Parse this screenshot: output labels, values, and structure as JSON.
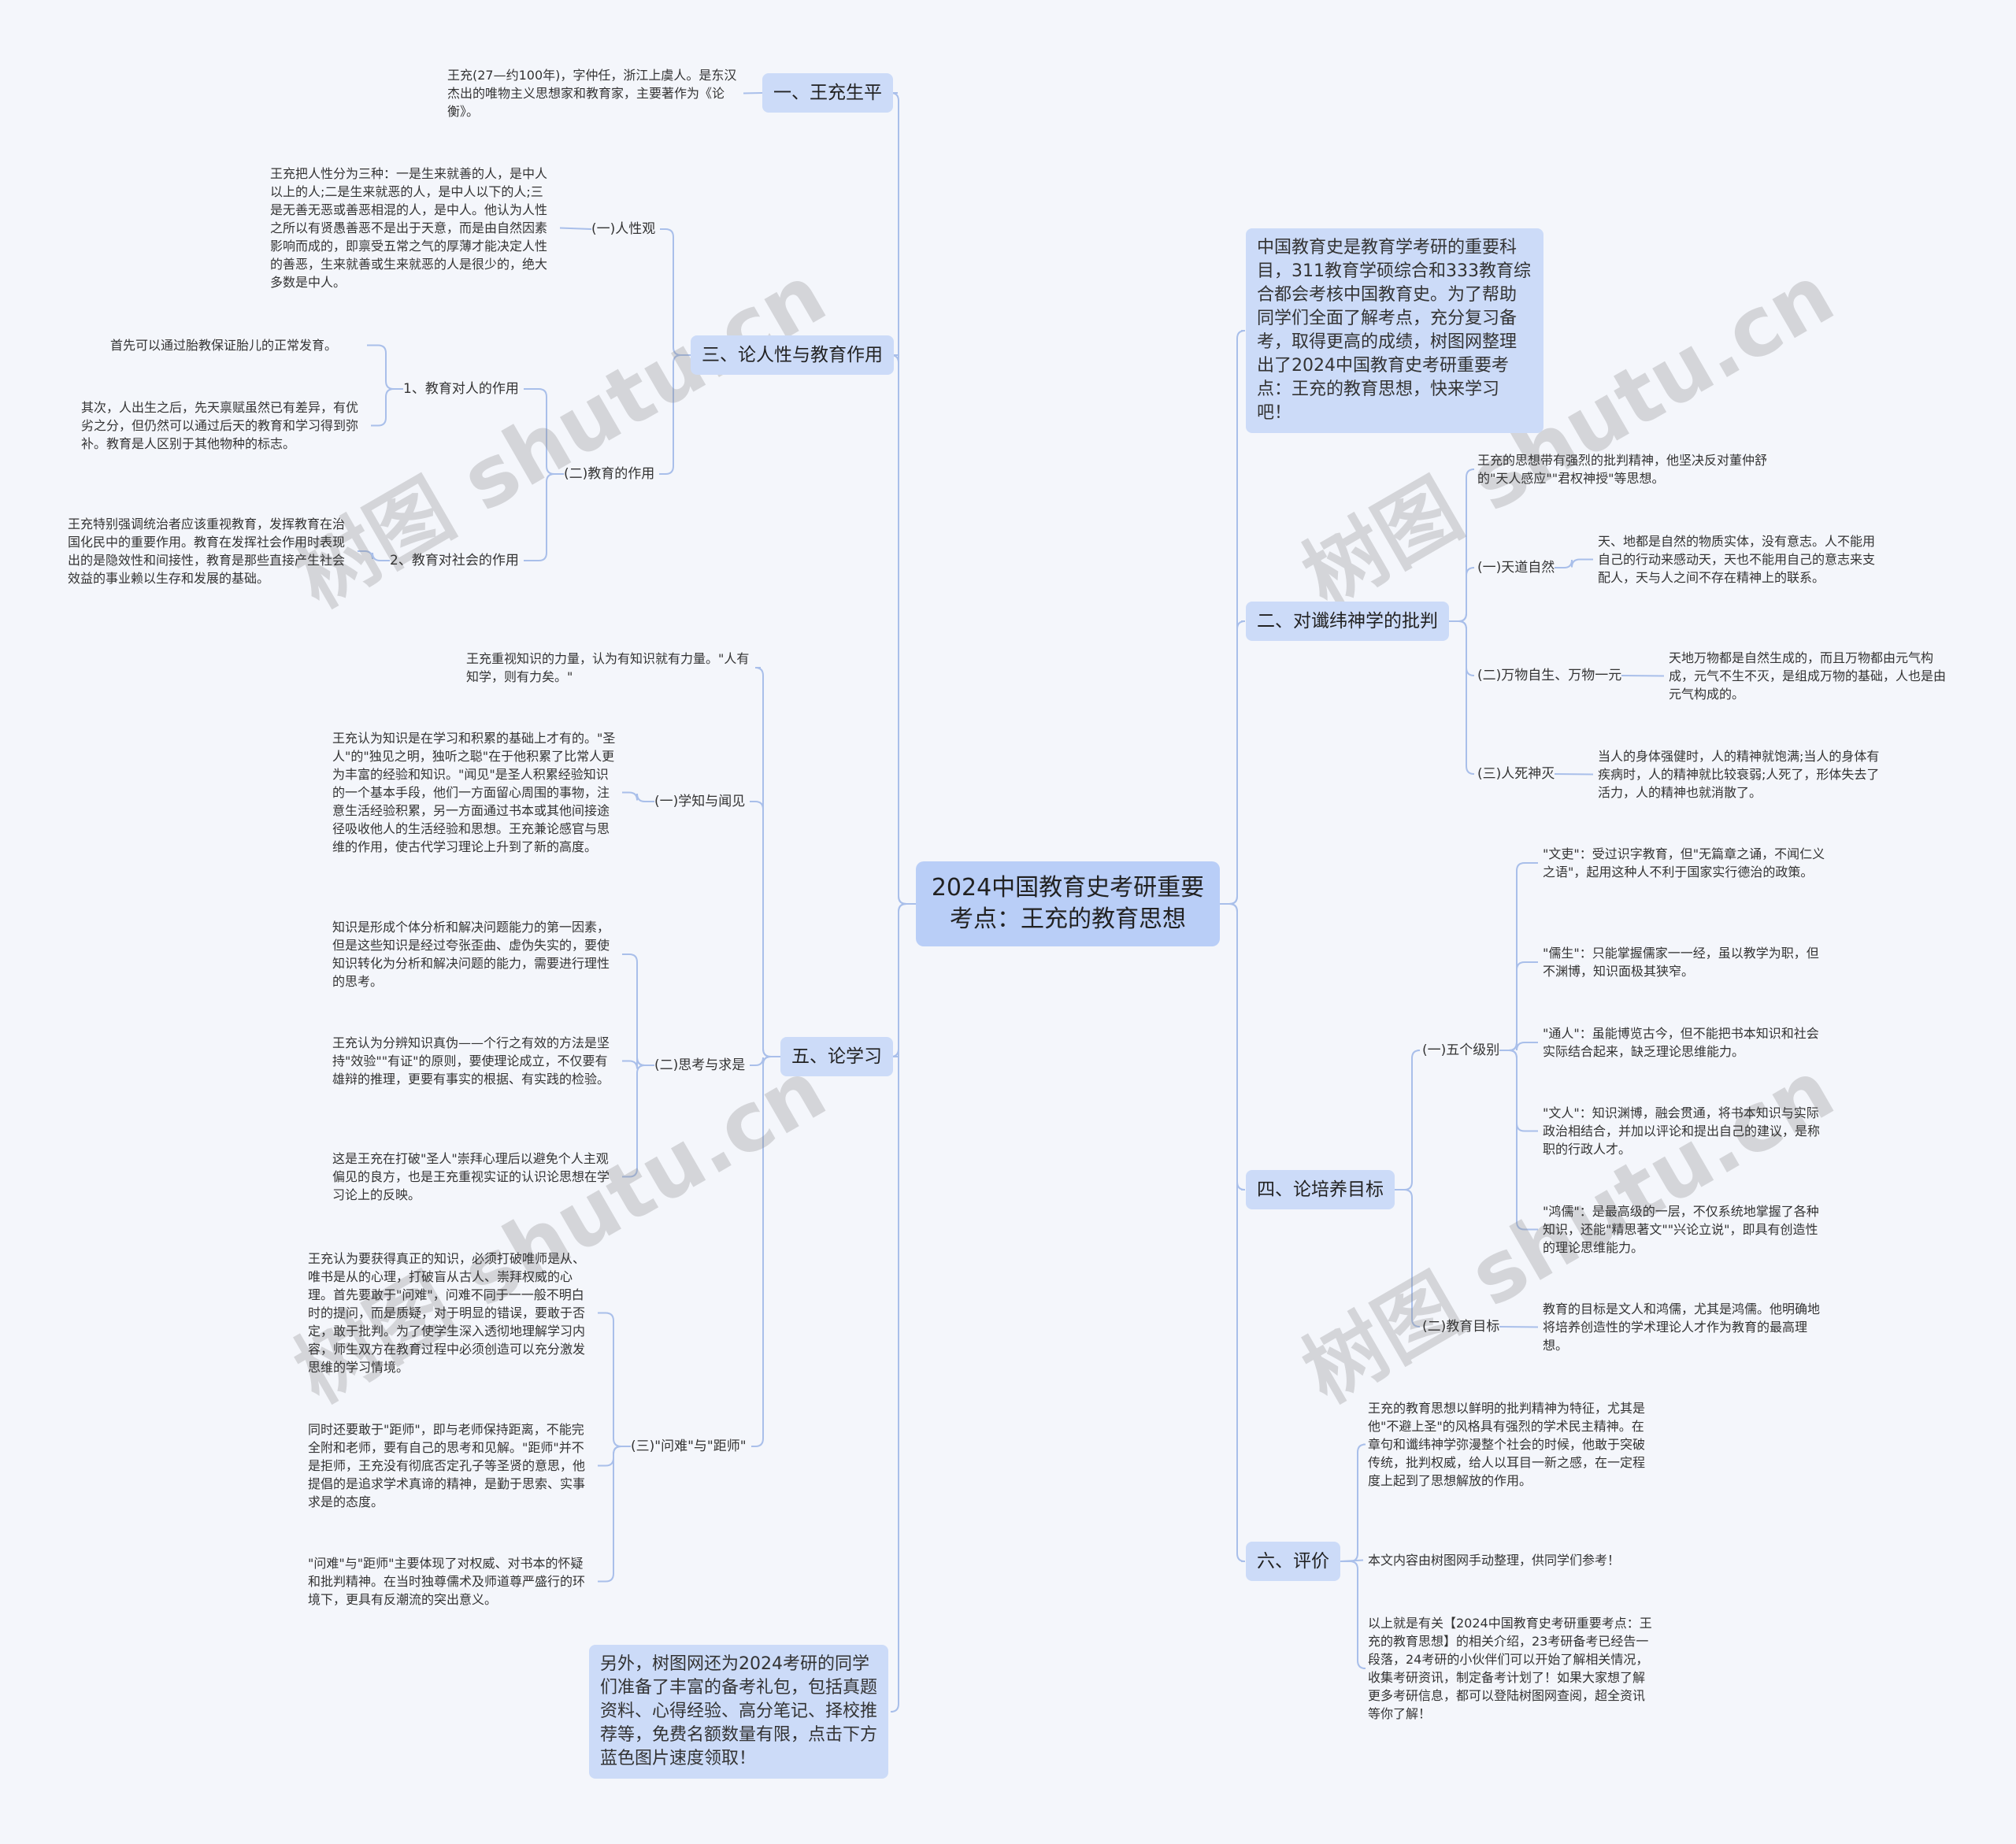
{
  "root": {
    "title": "2024中国教育史考研重要考点：王充的教育思想"
  },
  "intro": "中国教育史是教育学考研的重要科目，311教育学硕综合和333教育综合都会考核中国教育史。为了帮助同学们全面了解考点，充分复习备考，取得更高的成绩，树图网整理出了2024中国教育史考研重要考点：王充的教育思想，快来学习吧！",
  "promo": "另外，树图网还为2024考研的同学们准备了丰富的备考礼包，包括真题资料、心得经验、高分笔记、择校推荐等，免费名额数量有限，点击下方蓝色图片速度领取！",
  "watermark": "树图 shutu.cn",
  "left": {
    "b1": {
      "title": "一、王充生平",
      "text": "王充(27—约100年)，字仲任，浙江上虞人。是东汉杰出的唯物主义思想家和教育家，主要著作为《论衡》。"
    },
    "b3": {
      "title": "三、论人性与教育作用",
      "s1": {
        "label": "(一)人性观",
        "text": "王充把人性分为三种：一是生来就善的人，是中人以上的人;二是生来就恶的人，是中人以下的人;三是无善无恶或善恶相混的人，是中人。他认为人性之所以有贤愚善恶不是出于天意，而是由自然因素影响而成的，即禀受五常之气的厚薄才能决定人性的善恶，生来就善或生来就恶的人是很少的，绝大多数是中人。"
      },
      "s2": {
        "label": "(二)教育的作用",
        "c1": {
          "label": "1、教育对人的作用",
          "t1": "首先可以通过胎教保证胎儿的正常发育。",
          "t2": "其次，人出生之后，先天禀赋虽然已有差异，有优劣之分，但仍然可以通过后天的教育和学习得到弥补。教育是人区别于其他物种的标志。"
        },
        "c2": {
          "label": "2、教育对社会的作用",
          "t1": "王充特别强调统治者应该重视教育，发挥教育在治国化民中的重要作用。教育在发挥社会作用时表现出的是隐效性和间接性，教育是那些直接产生社会效益的事业赖以生存和发展的基础。"
        }
      }
    },
    "b5": {
      "title": "五、论学习",
      "top": "王充重视知识的力量，认为有知识就有力量。\"人有知学，则有力矣。\"",
      "s1": {
        "label": "(一)学知与闻见",
        "text": "王充认为知识是在学习和积累的基础上才有的。\"圣人\"的\"独见之明，独听之聪\"在于他积累了比常人更为丰富的经验和知识。\"闻见\"是圣人积累经验知识的一个基本手段，他们一方面留心周围的事物，注意生活经验积累，另一方面通过书本或其他间接途径吸收他人的生活经验和思想。王充兼论感官与思维的作用，使古代学习理论上升到了新的高度。"
      },
      "s2": {
        "label": "(二)思考与求是",
        "t1": "知识是形成个体分析和解决问题能力的第一因素，但是这些知识是经过夸张歪曲、虚伪失实的，要使知识转化为分析和解决问题的能力，需要进行理性的思考。",
        "t2": "王充认为分辨知识真伪——个行之有效的方法是坚持\"效验\"\"有证\"的原则，要使理论成立，不仅要有雄辩的推理，更要有事实的根据、有实践的检验。",
        "t3": "这是王充在打破\"圣人\"崇拜心理后以避免个人主观偏见的良方，也是王充重视实证的认识论思想在学习论上的反映。"
      },
      "s3": {
        "label": "(三)\"问难\"与\"距师\"",
        "t1": "王充认为要获得真正的知识，必须打破唯师是从、唯书是从的心理，打破盲从古人、崇拜权威的心理。首先要敢于\"问难\"，问难不同于一一般不明白时的提问，而是质疑，对于明显的错误，要敢于否定，敢于批判。为了使学生深入透彻地理解学习内容，师生双方在教育过程中必须创造可以充分激发思维的学习情境。",
        "t2": "同时还要敢于\"距师\"，即与老师保持距离，不能完全附和老师，要有自己的思考和见解。\"距师\"并不是拒师，王充没有彻底否定孔子等圣贤的意思，他提倡的是追求学术真谛的精神，是勤于思索、实事求是的态度。",
        "t3": "\"问难\"与\"距师\"主要体现了对权威、对书本的怀疑和批判精神。在当时独尊儒术及师道尊严盛行的环境下，更具有反潮流的突出意义。"
      }
    }
  },
  "right": {
    "b2": {
      "title": "二、对谶纬神学的批判",
      "top": "王充的思想带有强烈的批判精神，他坚决反对董仲舒的\"天人感应\"\"君权神授\"等思想。",
      "s1": {
        "label": "(一)天道自然",
        "text": "天、地都是自然的物质实体，没有意志。人不能用自己的行动来感动天，天也不能用自己的意志来支配人，天与人之间不存在精神上的联系。"
      },
      "s2": {
        "label": "(二)万物自生、万物一元",
        "text": "天地万物都是自然生成的，而且万物都由元气构成，元气不生不灭，是组成万物的基础，人也是由元气构成的。"
      },
      "s3": {
        "label": "(三)人死神灭",
        "text": "当人的身体强健时，人的精神就饱满;当人的身体有疾病时，人的精神就比较衰弱;人死了，形体失去了活力，人的精神也就消散了。"
      }
    },
    "b4": {
      "title": "四、论培养目标",
      "s1": {
        "label": "(一)五个级别",
        "t1": "\"文吏\"：受过识字教育，但\"无篇章之诵，不闻仁义之语\"，起用这种人不利于国家实行德治的政策。",
        "t2": "\"儒生\"：只能掌握儒家一一经，虽以教学为职，但不渊博，知识面极其狭窄。",
        "t3": "\"通人\"：虽能博览古今，但不能把书本知识和社会实际结合起来，缺乏理论思维能力。",
        "t4": "\"文人\"：知识渊博，融会贯通，将书本知识与实际政治相结合，并加以评论和提出自己的建议，是称职的行政人才。",
        "t5": "\"鸿儒\"：是最高级的一层，不仅系统地掌握了各种知识，还能\"精思著文\"\"兴论立说\"，即具有创造性的理论思维能力。"
      },
      "s2": {
        "label": "(二)教育目标",
        "text": "教育的目标是文人和鸿儒，尤其是鸿儒。他明确地将培养创造性的学术理论人才作为教育的最高理想。"
      }
    },
    "b6": {
      "title": "六、评价",
      "t1": "王充的教育思想以鲜明的批判精神为特征，尤其是他\"不避上圣\"的风格具有强烈的学术民主精神。在章句和谶纬神学弥漫整个社会的时候，他敢于突破传统，批判权威，给人以耳目一新之感，在一定程度上起到了思想解放的作用。",
      "t2": "本文内容由树图网手动整理，供同学们参考！",
      "t3": "以上就是有关【2024中国教育史考研重要考点：王充的教育思想】的相关介绍，23考研备考已经告一段落，24考研的小伙伴们可以开始了解相关情况，收集考研资讯，制定备考计划了！如果大家想了解更多考研信息，都可以登陆树图网查阅，超全资讯等你了解！"
    }
  },
  "colors": {
    "link": "#a9bfea",
    "node": "#ccdbf8",
    "root": "#b9cef7",
    "background": "#f4f6fb"
  }
}
